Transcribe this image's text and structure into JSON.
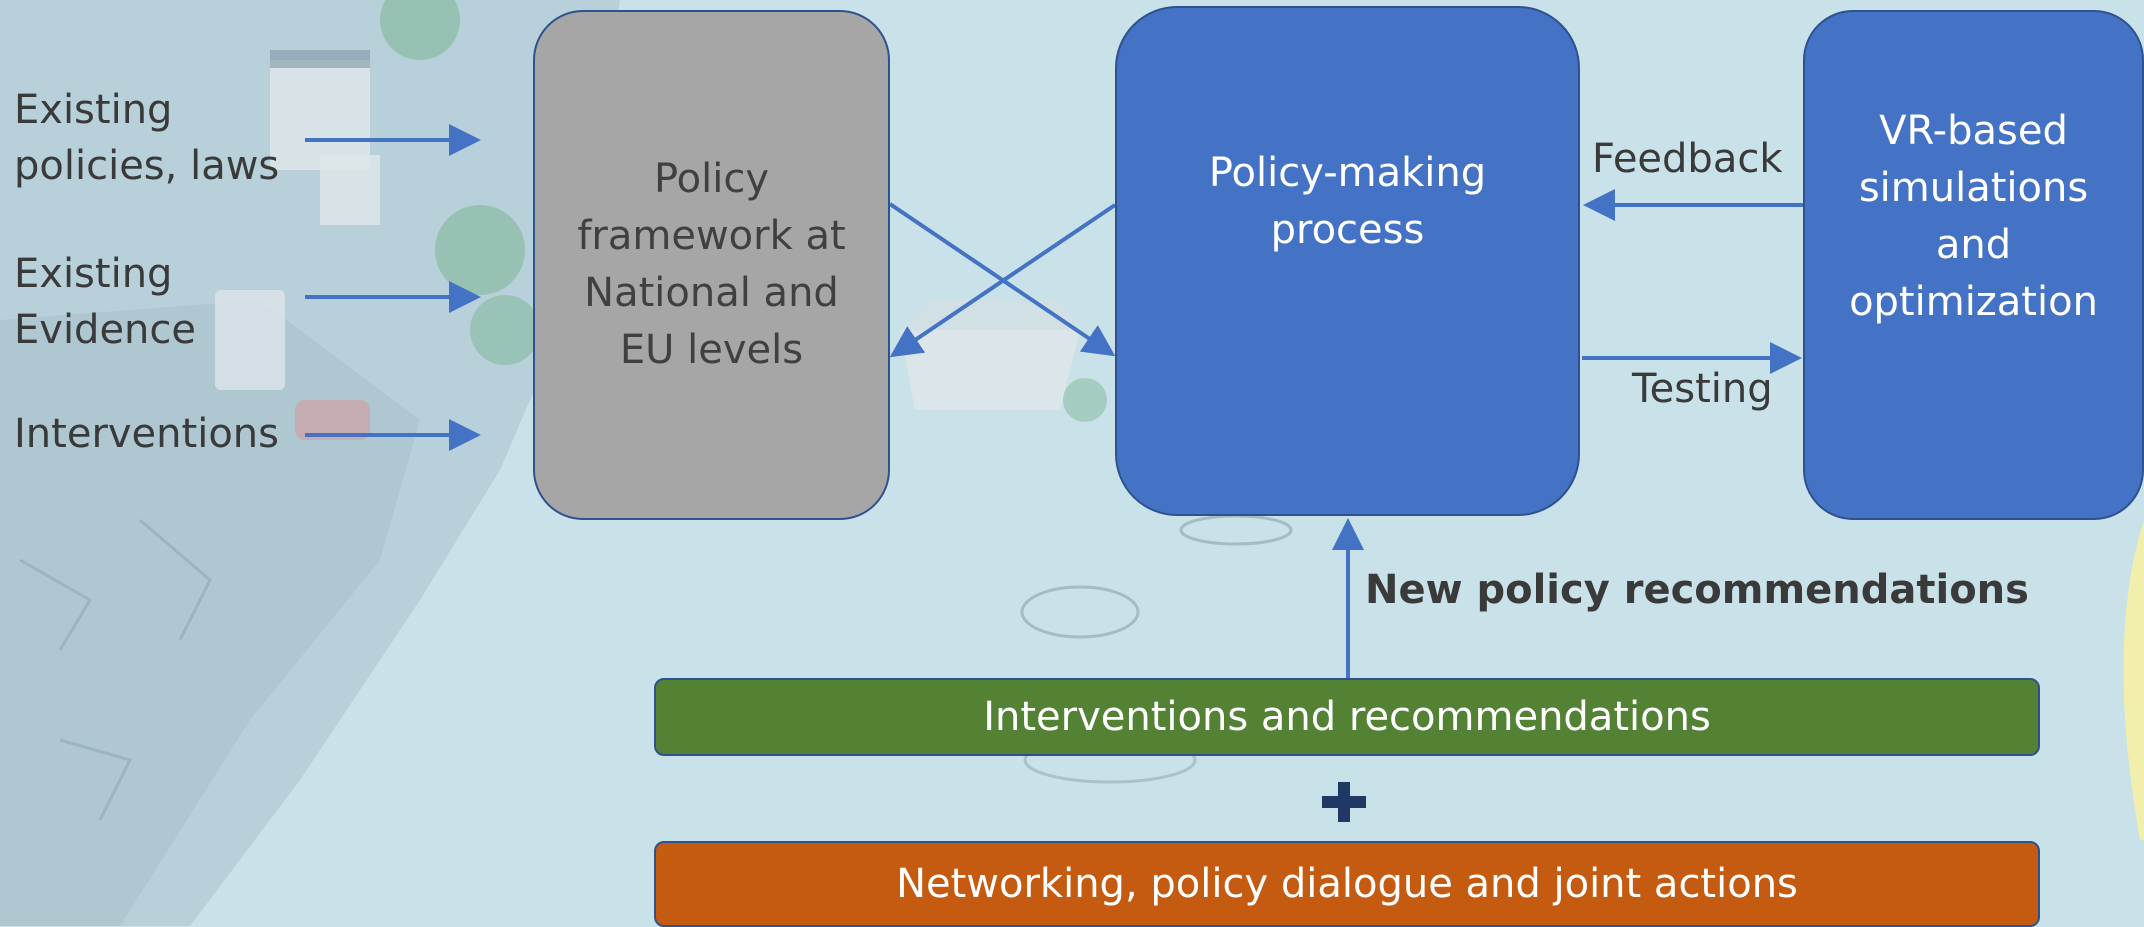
{
  "inputs": [
    {
      "label": "Existing\npolicies, laws"
    },
    {
      "label": "Existing\nEvidence"
    },
    {
      "label": "Interventions"
    }
  ],
  "boxes": {
    "policy_framework": "Policy\nframework at\nNational and\nEU levels",
    "policy_making": "Policy-making\nprocess",
    "vr_simulations": "VR-based\nsimulations\nand\noptimization"
  },
  "edges": {
    "feedback": "Feedback",
    "testing": "Testing",
    "new_policy": "New policy recommendations"
  },
  "bars": {
    "interventions": "Interventions and recommendations",
    "networking": "Networking, policy dialogue and joint actions"
  },
  "colors": {
    "arrow": "#4472c4",
    "framework_box": "#a6a6a6",
    "process_box": "#4472c4",
    "interventions_bar": "#548235",
    "networking_bar": "#c55a11"
  }
}
